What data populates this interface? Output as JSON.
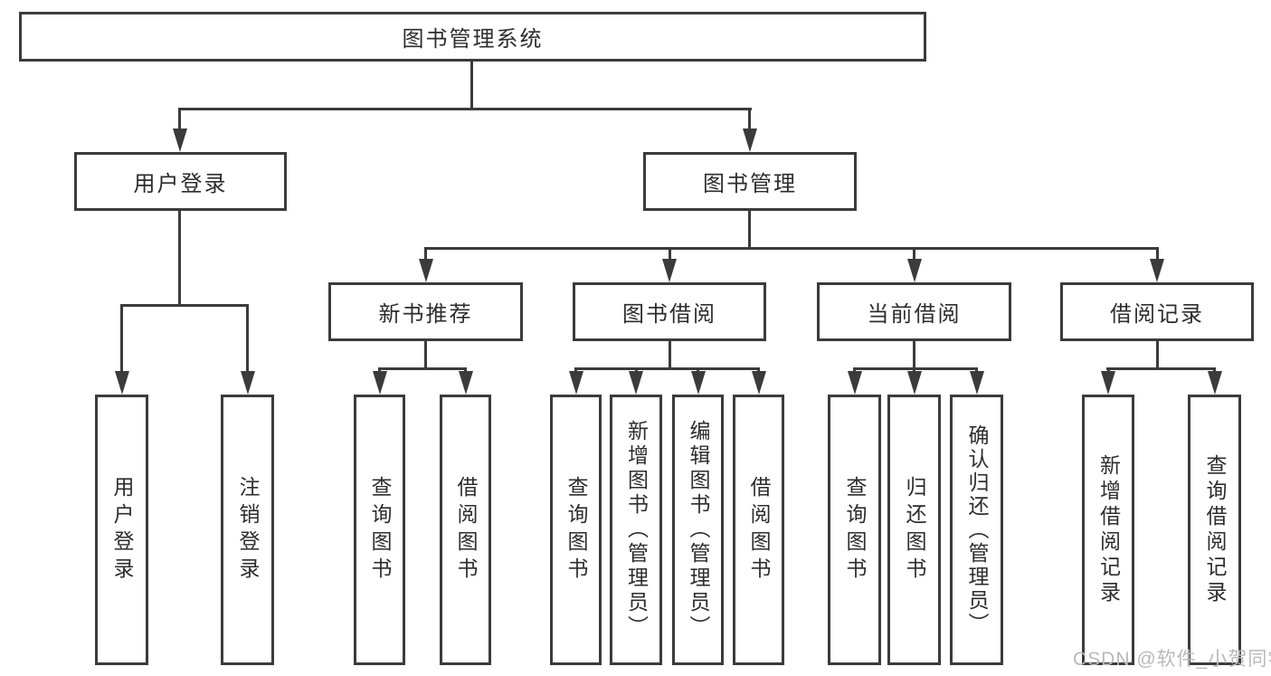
{
  "tree": {
    "label": "图书管理系统",
    "children": [
      {
        "label": "用户登录",
        "children": [
          {
            "label": "用户登录"
          },
          {
            "label": "注销登录"
          }
        ]
      },
      {
        "label": "图书管理",
        "children": [
          {
            "label": "新书推荐",
            "children": [
              {
                "label": "查询图书"
              },
              {
                "label": "借阅图书"
              }
            ]
          },
          {
            "label": "图书借阅",
            "children": [
              {
                "label": "查询图书"
              },
              {
                "label": "新增图书（管理员）"
              },
              {
                "label": "编辑图书（管理员）"
              },
              {
                "label": "借阅图书"
              }
            ]
          },
          {
            "label": "当前借阅",
            "children": [
              {
                "label": "查询图书"
              },
              {
                "label": "归还图书"
              },
              {
                "label": "确认归还（管理员）"
              }
            ]
          },
          {
            "label": "借阅记录",
            "children": [
              {
                "label": "新增借阅记录"
              },
              {
                "label": "查询借阅记录"
              }
            ]
          }
        ]
      }
    ]
  },
  "watermark": {
    "text": "CSDN @软件_小贺同学"
  },
  "colors": {
    "line": "#3b3b3b",
    "text": "#2d2d2d",
    "box_bg": "#ffffff",
    "watermark": "#b9b9b9"
  }
}
